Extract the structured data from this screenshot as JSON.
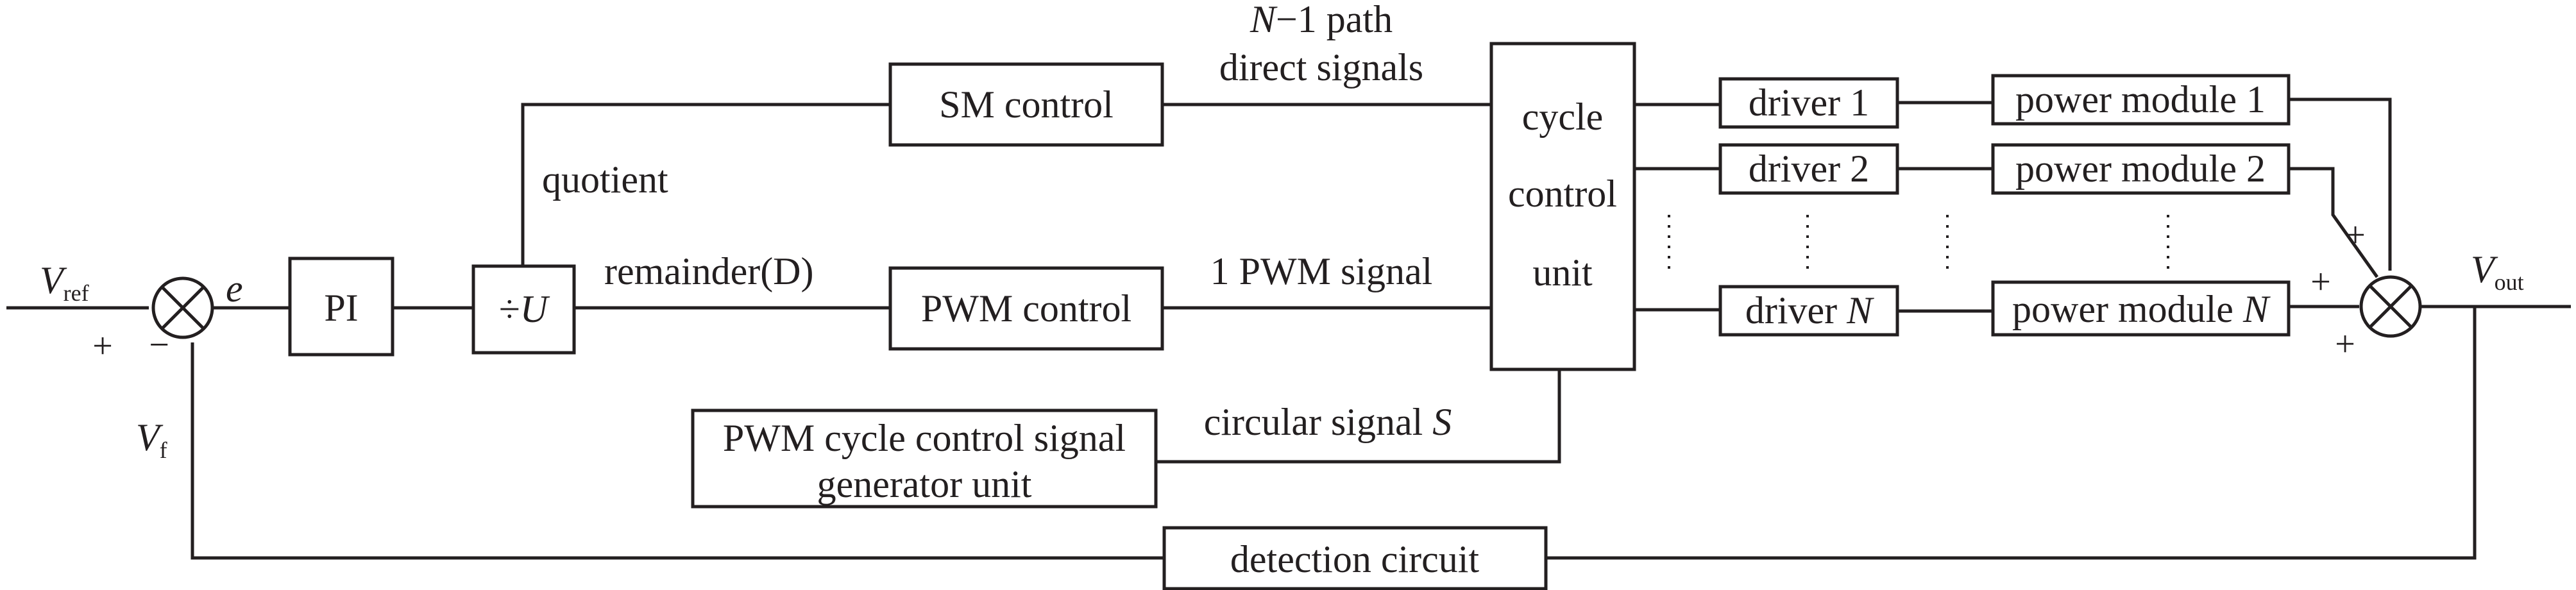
{
  "blocks": {
    "pi": "PI",
    "divider_symbol": "÷",
    "divider_var": "U",
    "sm_control": "SM control",
    "pwm_control": "PWM control",
    "cycle_control": [
      "cycle",
      "control",
      "unit"
    ],
    "generator": [
      "PWM cycle control signal",
      "generator unit"
    ],
    "detection": "detection circuit",
    "driver_1": "driver 1",
    "driver_2": "driver 2",
    "driver_n_prefix": "driver ",
    "driver_n_var": "N",
    "module_1": "power module 1",
    "module_2": "power module 2",
    "module_n_prefix": "power module ",
    "module_n_var": "N"
  },
  "signals": {
    "vref_main": "V",
    "vref_sub": "ref",
    "error": "e",
    "vf_main": "V",
    "vf_sub": "f",
    "vout_main": "V",
    "vout_sub": "out",
    "quotient": "quotient",
    "remainder": "remainder(D)",
    "direct_var": "N",
    "direct_rest": "−1 path",
    "direct_line2": "direct signals",
    "pwm_signal": "1 PWM signal",
    "circular_prefix": "circular signal ",
    "circular_var": "S"
  },
  "signs": {
    "sum1_plus": "+",
    "sum1_minus": "−",
    "sum2_top": "+",
    "sum2_left": "+",
    "sum2_bottom": "+"
  }
}
